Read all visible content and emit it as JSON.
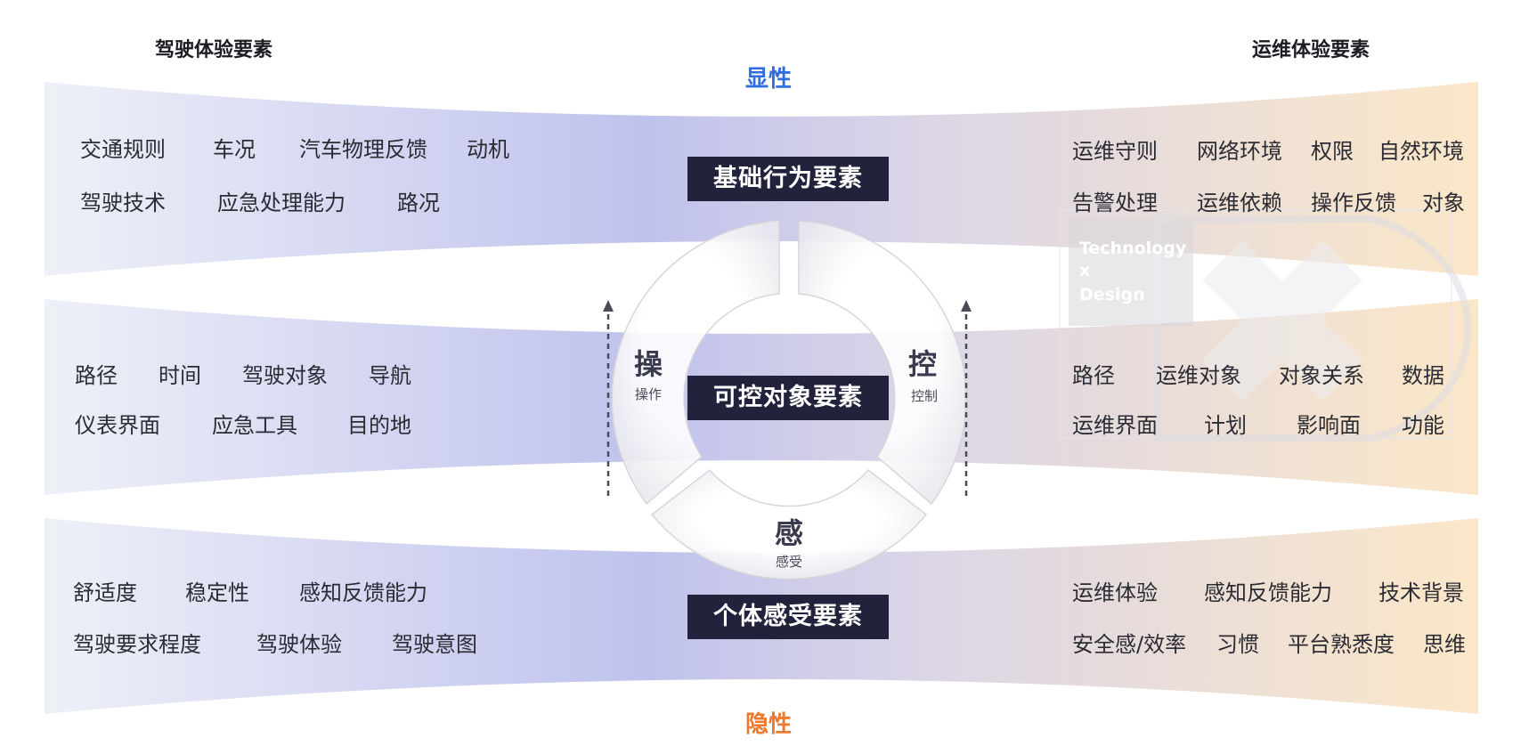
{
  "headers": {
    "left": "驾驶体验要素",
    "right": "运维体验要素"
  },
  "axis": {
    "top": "显性",
    "bottom": "隐性"
  },
  "colors": {
    "top_axis": "#2f6ee0",
    "bottom_axis": "#ec7a2c",
    "label_bg": "#22223c",
    "band_left": "#e9ecf6",
    "band_mid": "#bfc2ec",
    "band_right": "#fbe7c8"
  },
  "rows": [
    {
      "label": "基础行为要素",
      "left_lines": [
        [
          "交通规则",
          "车况",
          "汽车物理反馈",
          "动机"
        ],
        [
          "驾驶技术",
          "应急处理能力",
          "路况"
        ]
      ],
      "right_lines": [
        [
          "运维守则",
          "网络环境",
          "权限",
          "自然环境"
        ],
        [
          "告警处理",
          "运维依赖",
          "操作反馈",
          "对象"
        ]
      ]
    },
    {
      "label": "可控对象要素",
      "left_lines": [
        [
          "路径",
          "时间",
          "驾驶对象",
          "导航"
        ],
        [
          "仪表界面",
          "应急工具",
          "目的地"
        ]
      ],
      "right_lines": [
        [
          "路径",
          "运维对象",
          "对象关系",
          "数据"
        ],
        [
          "运维界面",
          "计划",
          "影响面",
          "功能"
        ]
      ]
    },
    {
      "label": "个体感受要素",
      "left_lines": [
        [
          "舒适度",
          "稳定性",
          "感知反馈能力"
        ],
        [
          "驾驶要求程度",
          "驾驶体验",
          "驾驶意图"
        ]
      ],
      "right_lines": [
        [
          "运维体验",
          "感知反馈能力",
          "技术背景"
        ],
        [
          "安全感/效率",
          "习惯",
          "平台熟悉度",
          "思维"
        ]
      ]
    }
  ],
  "ring": {
    "left": {
      "big": "操",
      "small": "操作"
    },
    "right": {
      "big": "控",
      "small": "控制"
    },
    "bottom": {
      "big": "感",
      "small": "感受"
    }
  },
  "watermark": {
    "line1": "Technology",
    "line2": "x",
    "line3": "Design"
  }
}
